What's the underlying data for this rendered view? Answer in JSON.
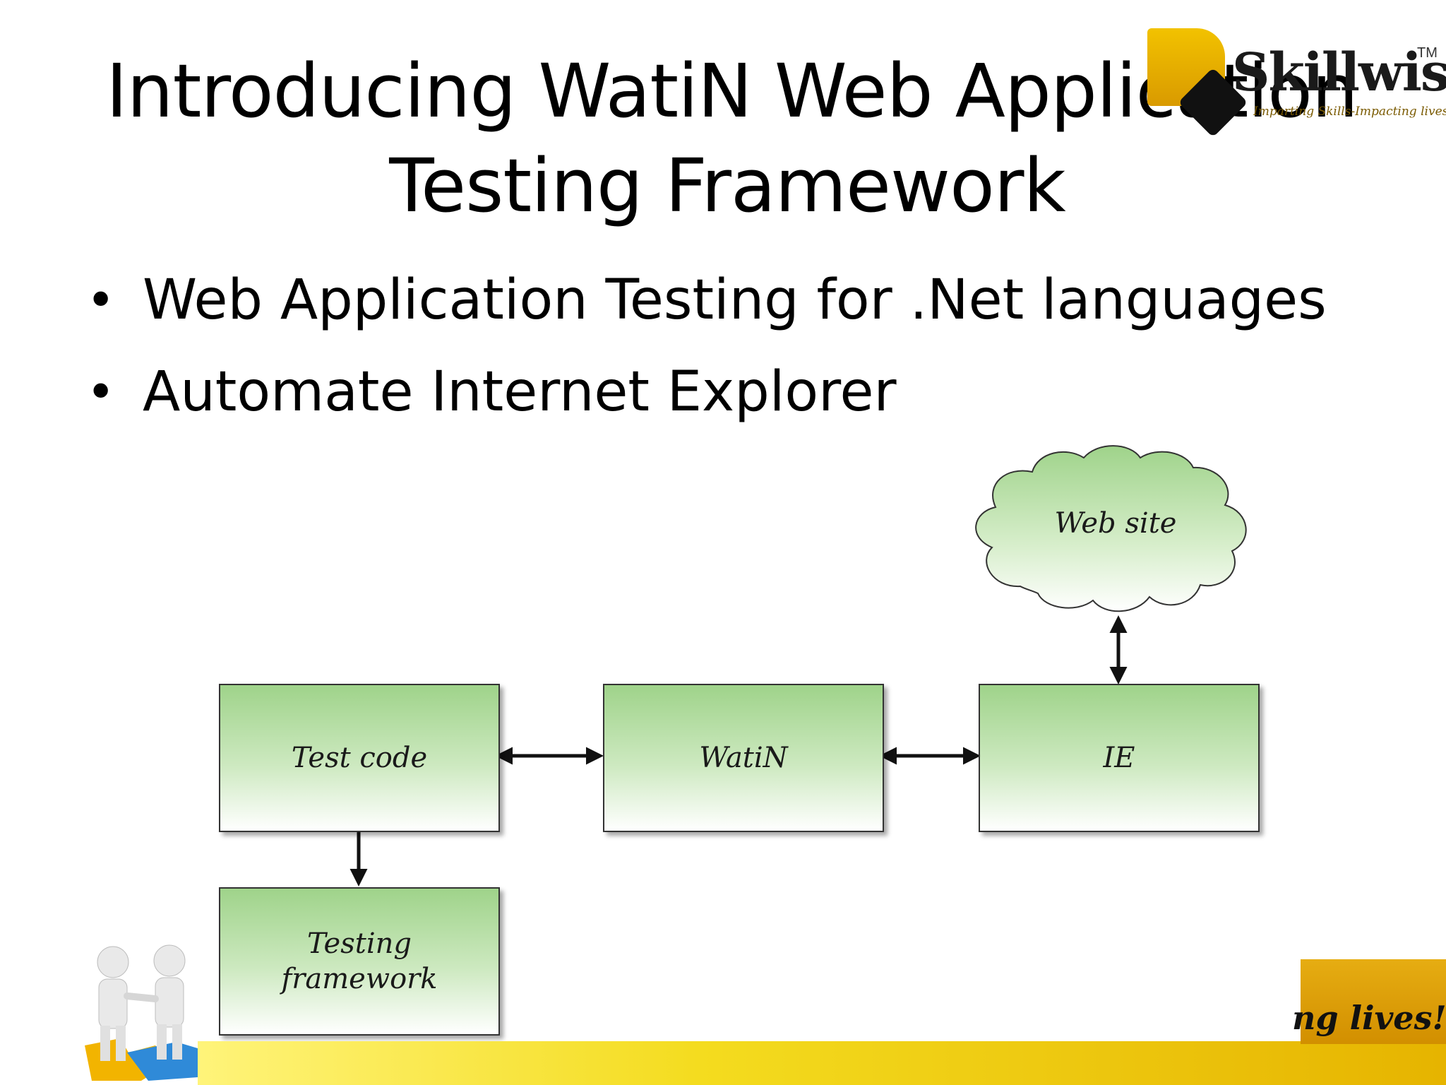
{
  "slide": {
    "title_line1": "Introducing WatiN Web Application",
    "title_line2": "Testing Framework",
    "bullets": [
      "Web Application Testing for .Net languages",
      "Automate Internet Explorer"
    ]
  },
  "logo": {
    "word": "Skillwise",
    "tm": "TM",
    "tagline": "Imparting Skills-Impacting lives!"
  },
  "diagram": {
    "nodes": {
      "test_code": "Test code",
      "watin": "WatiN",
      "ie": "IE",
      "website": "Web site",
      "testing_framework_line1": "Testing",
      "testing_framework_line2": "framework"
    }
  },
  "footer": {
    "text": "ng lives!"
  },
  "colors": {
    "box_top": "#9fd38a",
    "accent_yellow": "#f4dc1f",
    "accent_gold": "#d28f00"
  }
}
